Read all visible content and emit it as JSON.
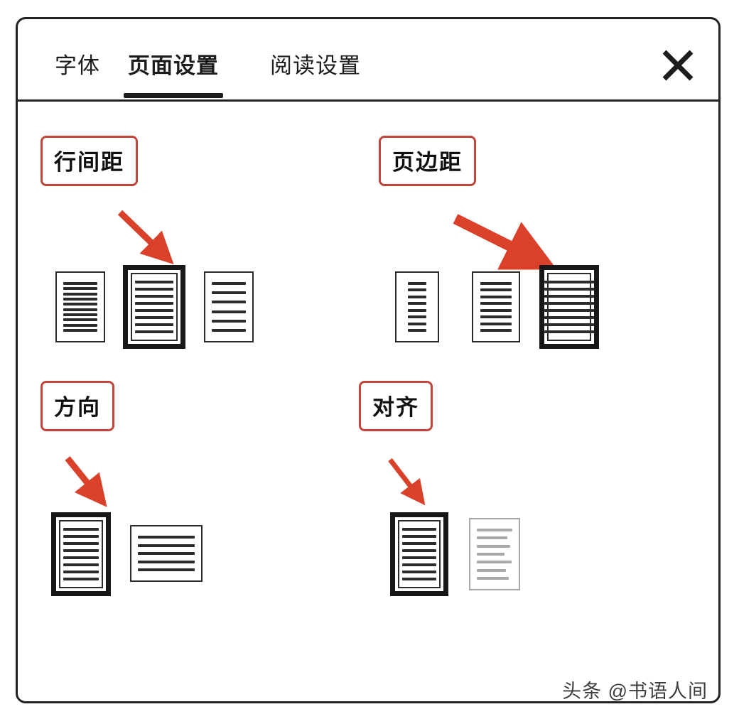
{
  "panel": {
    "close_label": "×"
  },
  "tabs": [
    {
      "label": "字体",
      "active": false
    },
    {
      "label": "页面设置",
      "active": true
    },
    {
      "label": "阅读设置",
      "active": false
    }
  ],
  "sections": [
    {
      "key": "line_spacing",
      "label": "行间距",
      "options": [
        {
          "name": "tight",
          "lines": 10,
          "selected": false,
          "muted": false,
          "orientation": "portrait"
        },
        {
          "name": "medium",
          "lines": 8,
          "selected": true,
          "muted": false,
          "orientation": "portrait"
        },
        {
          "name": "loose",
          "lines": 6,
          "selected": false,
          "muted": false,
          "orientation": "portrait"
        }
      ]
    },
    {
      "key": "page_margin",
      "label": "页边距",
      "options": [
        {
          "name": "large-margin",
          "lines": 8,
          "selected": false,
          "muted": false,
          "orientation": "portrait"
        },
        {
          "name": "medium-margin",
          "lines": 8,
          "selected": false,
          "muted": false,
          "orientation": "portrait"
        },
        {
          "name": "small-margin",
          "lines": 8,
          "selected": true,
          "muted": false,
          "orientation": "portrait"
        }
      ]
    },
    {
      "key": "orientation",
      "label": "方向",
      "options": [
        {
          "name": "portrait",
          "lines": 8,
          "selected": true,
          "muted": false,
          "orientation": "portrait"
        },
        {
          "name": "landscape",
          "lines": 5,
          "selected": false,
          "muted": false,
          "orientation": "landscape"
        }
      ]
    },
    {
      "key": "alignment",
      "label": "对齐",
      "options": [
        {
          "name": "justified",
          "lines": 8,
          "selected": true,
          "muted": false,
          "orientation": "portrait"
        },
        {
          "name": "left",
          "lines": 7,
          "selected": false,
          "muted": true,
          "orientation": "portrait"
        }
      ]
    }
  ],
  "colors": {
    "accent_red": "#d9412a",
    "chip_border": "#c0453a",
    "ink": "#1d1d1d",
    "muted": "#a9a9a9"
  },
  "watermark": "头条 @书语人间"
}
